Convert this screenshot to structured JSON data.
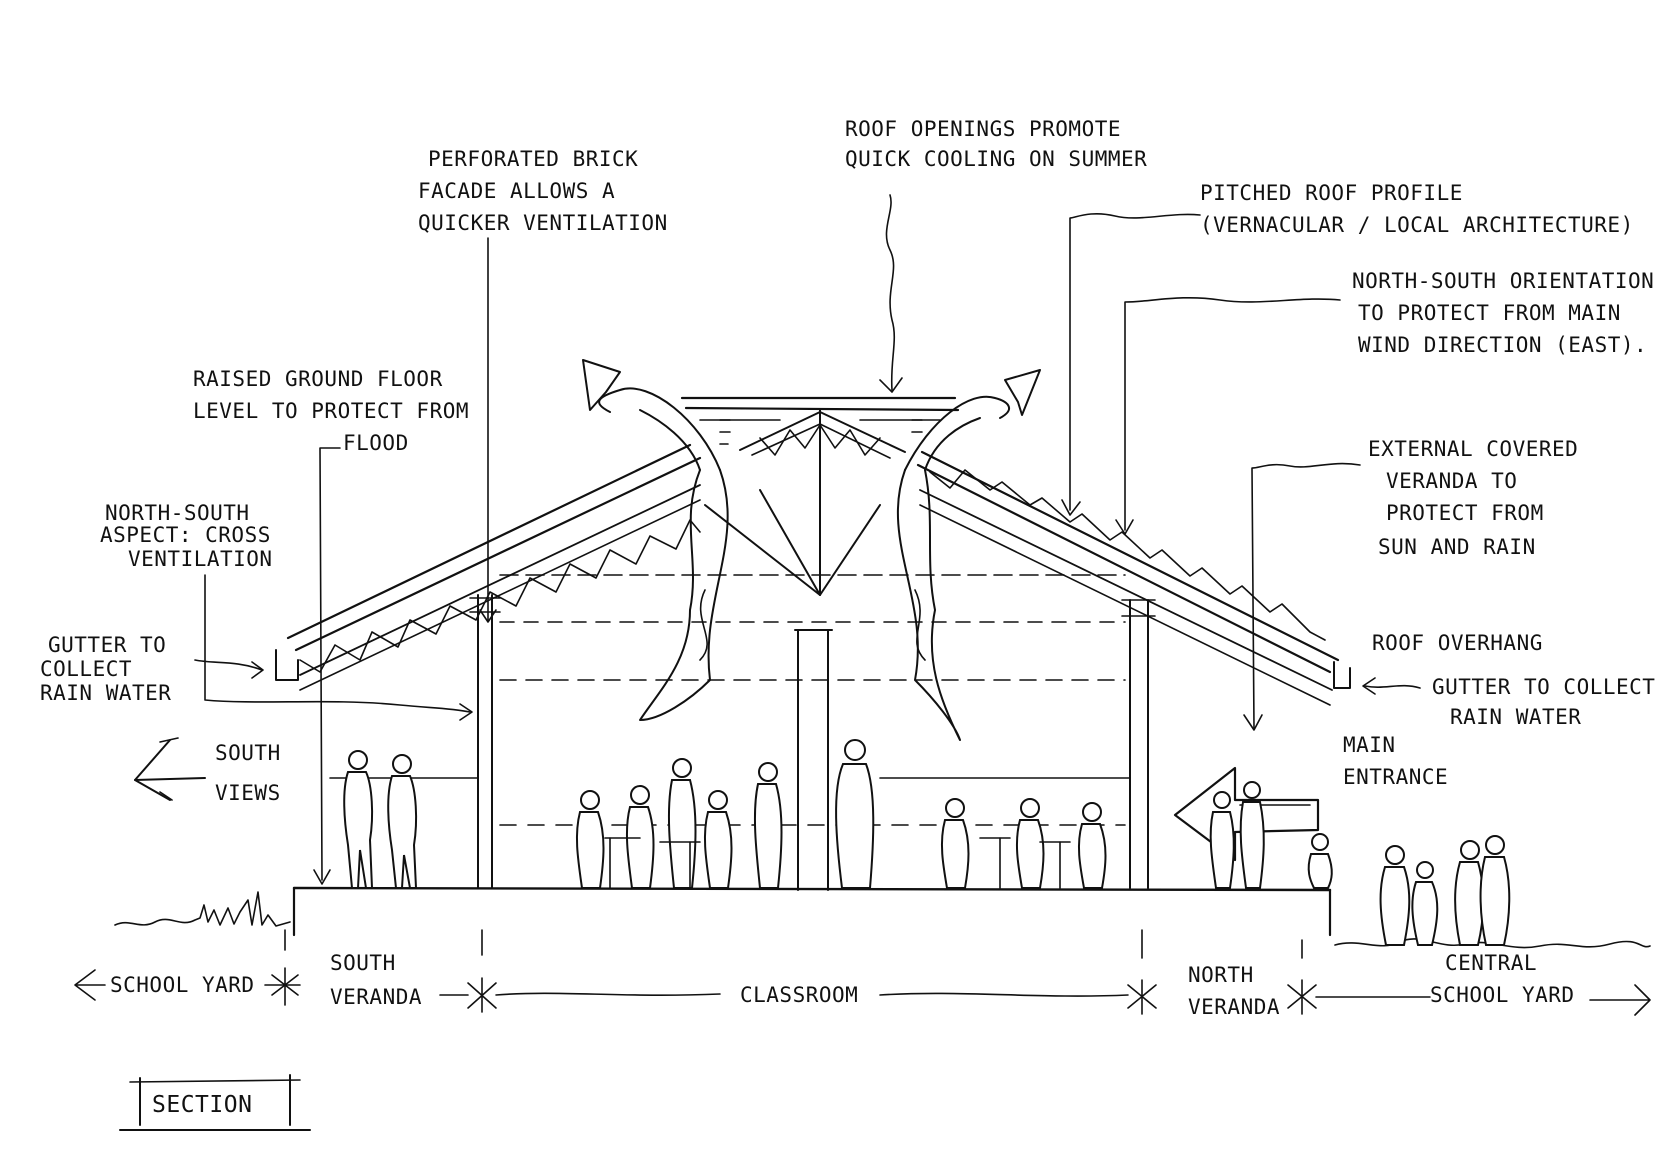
{
  "annotations": {
    "roof_openings": [
      "ROOF OPENINGS PROMOTE",
      "QUICK COOLING ON SUMMER"
    ],
    "perforated_brick": [
      "PERFORATED BRICK",
      "FACADE ALLOWS A",
      "QUICKER VENTILATION"
    ],
    "pitched_roof": [
      "PITCHED ROOF PROFILE",
      "(VERNACULAR / LOCAL ARCHITECTURE)"
    ],
    "orientation": [
      "NORTH-SOUTH ORIENTATION",
      "TO PROTECT FROM MAIN",
      "WIND DIRECTION (EAST)."
    ],
    "raised_floor": [
      "RAISED GROUND FLOOR",
      "LEVEL TO PROTECT FROM",
      "FLOOD"
    ],
    "veranda": [
      "EXTERNAL COVERED",
      "VERANDA TO",
      "PROTECT FROM",
      "SUN AND RAIN"
    ],
    "cross_vent": [
      "NORTH-SOUTH",
      "ASPECT: CROSS",
      "VENTILATION"
    ],
    "gutter_left": [
      "GUTTER TO",
      "COLLECT",
      "RAIN WATER"
    ],
    "roof_overhang": "ROOF OVERHANG",
    "gutter_right": [
      "GUTTER TO COLLECT",
      "RAIN WATER"
    ],
    "south_views": [
      "SOUTH",
      "VIEWS"
    ],
    "main_entrance": [
      "MAIN",
      "ENTRANCE"
    ]
  },
  "zones": {
    "school_yard": "SCHOOL YARD",
    "south_veranda": [
      "SOUTH",
      "VERANDA"
    ],
    "classroom": "CLASSROOM",
    "north_veranda": [
      "NORTH",
      "VERANDA"
    ],
    "central_school_yard": [
      "CENTRAL",
      "SCHOOL YARD"
    ]
  },
  "section_label": "SECTION"
}
